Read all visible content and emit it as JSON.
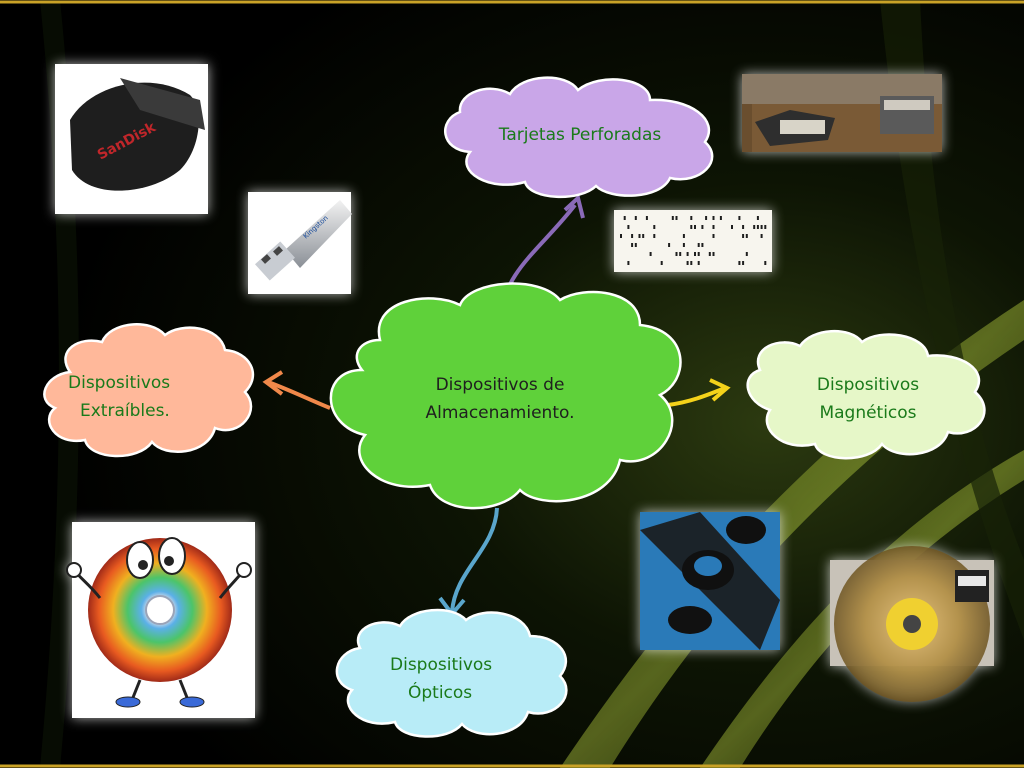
{
  "colors": {
    "background": "#000000",
    "border_gold": "#c9a227",
    "text_green": "#1a7a1a",
    "text_dark": "#1f1f1f"
  },
  "diagram": {
    "center": {
      "line1": "Dispositivos de",
      "line2": "Almacenamiento.",
      "fill": "#5fd13a"
    },
    "nodes": {
      "top": {
        "line1": "Tarjetas Perforadas",
        "line2": "",
        "fill": "#c9a6e8",
        "arrow_color": "#8a6ab8"
      },
      "left": {
        "line1": "Dispositivos",
        "line2": "Extraíbles.",
        "fill": "#ffb89a",
        "arrow_color": "#f0884a"
      },
      "right": {
        "line1": "Dispositivos",
        "line2": "Magnéticos",
        "fill": "#e6f7c8",
        "arrow_color": "#f4d21a"
      },
      "bottom": {
        "line1": "Dispositivos",
        "line2": "Ópticos",
        "fill": "#b8ecf7",
        "arrow_color": "#5aa6cc"
      }
    },
    "images": {
      "sandisk_label": "SanDisk",
      "usb_label": "Kingston"
    }
  }
}
